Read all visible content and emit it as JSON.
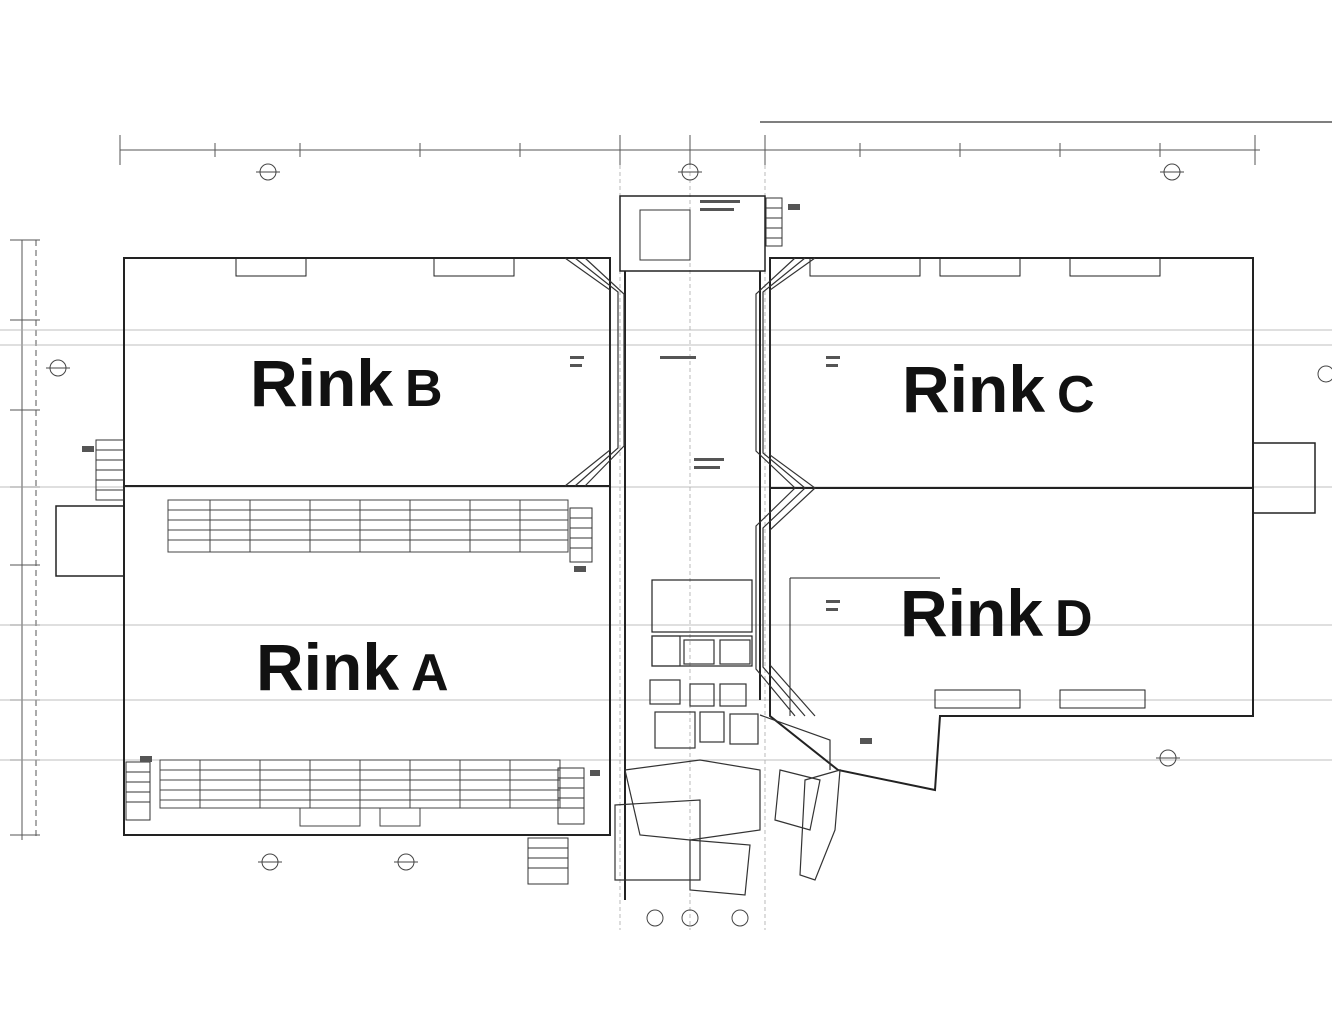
{
  "rinks": [
    {
      "id": "b",
      "word": "Rink",
      "letter": "B"
    },
    {
      "id": "c",
      "word": "Rink",
      "letter": "C"
    },
    {
      "id": "a",
      "word": "Rink",
      "letter": "A"
    },
    {
      "id": "d",
      "word": "Rink",
      "letter": "D"
    }
  ]
}
